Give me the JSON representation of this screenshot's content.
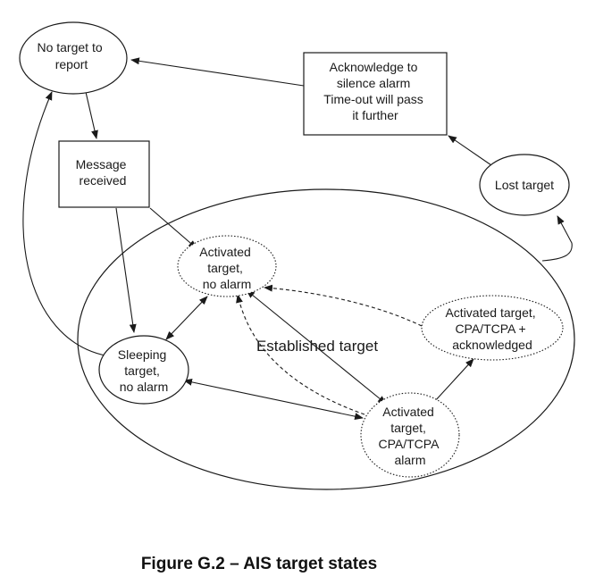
{
  "nodes": {
    "no_target": [
      "No target to",
      "report"
    ],
    "message_received": [
      "Message",
      "received"
    ],
    "acknowledge": [
      "Acknowledge to",
      "silence alarm",
      "Time-out will pass",
      "it further"
    ],
    "lost_target": [
      "Lost target"
    ],
    "activated_no_alarm": [
      "Activated",
      "target,",
      "no alarm"
    ],
    "sleeping": [
      "Sleeping",
      "target,",
      "no alarm"
    ],
    "activated_alarm": [
      "Activated",
      "target,",
      "CPA/TCPA",
      "alarm"
    ],
    "activated_ack": [
      "Activated target,",
      "CPA/TCPA +",
      "acknowledged"
    ]
  },
  "region_label": "Established target",
  "caption": "Figure G.2 – AIS target states"
}
